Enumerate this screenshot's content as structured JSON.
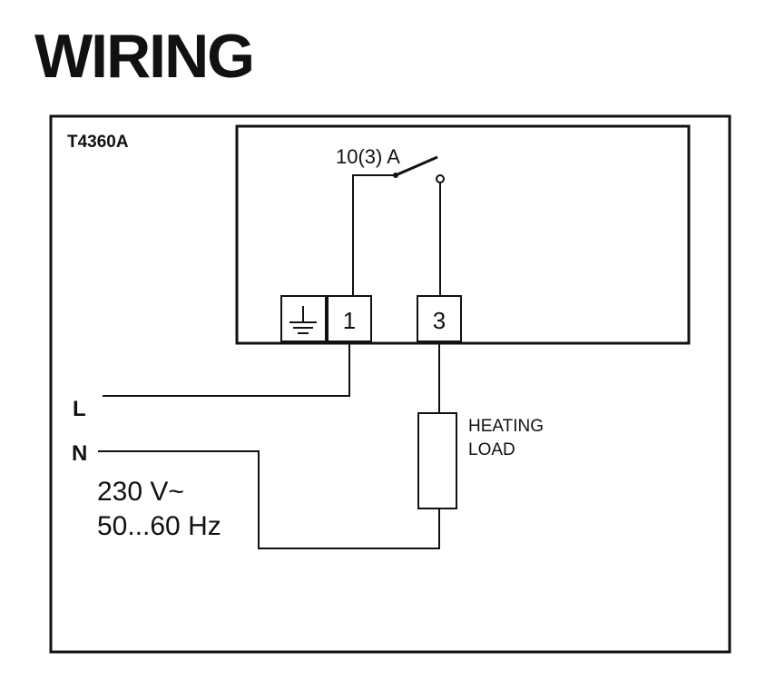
{
  "title": "WIRING",
  "model": "T4360A",
  "switch_rating": "10(3) A",
  "terminals": {
    "earth_symbol": "⏚",
    "t1": "1",
    "t3": "3"
  },
  "lines": {
    "live": "L",
    "neutral": "N"
  },
  "supply": {
    "voltage": "230 V~",
    "frequency": "50...60 Hz"
  },
  "load": {
    "line1": "HEATING",
    "line2": "LOAD"
  }
}
